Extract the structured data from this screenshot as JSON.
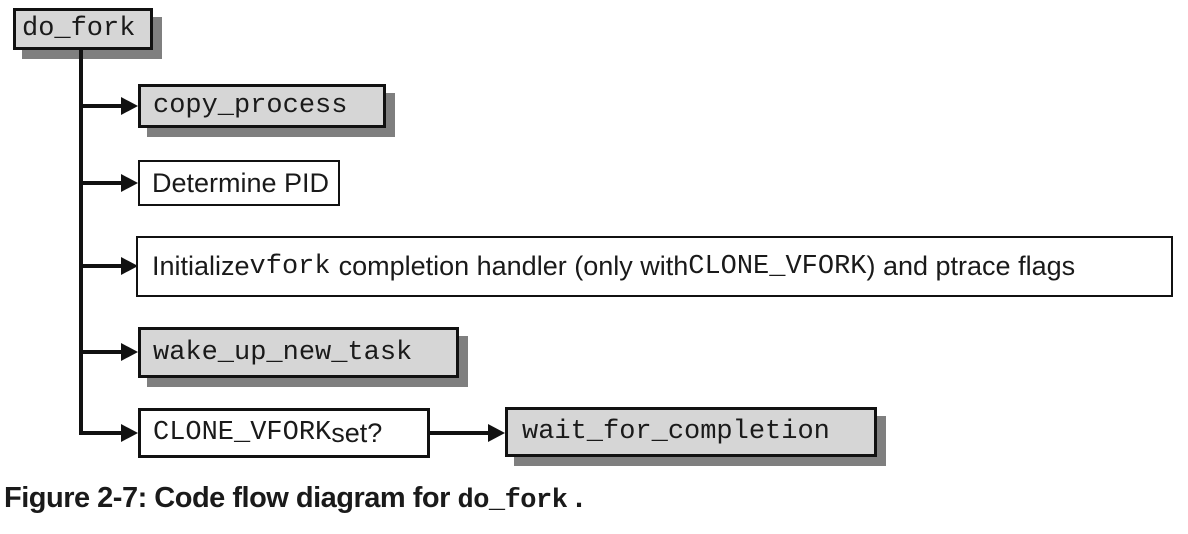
{
  "figure": {
    "caption_prefix": "Figure 2-7: Code flow diagram for ",
    "caption_code": "do_fork",
    "caption_suffix": "."
  },
  "nodes": {
    "do_fork": {
      "label": "do_fork"
    },
    "copy_process": {
      "label": "copy_process"
    },
    "determine_pid": {
      "label": "Determine PID"
    },
    "init_vfork": {
      "part1": "Initialize ",
      "code1": "vfork",
      "part2": " completion handler (only with ",
      "code2": "CLONE_VFORK",
      "part3": ") and ptrace flags"
    },
    "wake_up_new_task": {
      "label": "wake_up_new_task"
    },
    "clone_vfork_set": {
      "code": "CLONE_VFORK",
      "text": " set?"
    },
    "wait_for_completion": {
      "label": "wait_for_completion"
    }
  },
  "colors": {
    "box_gray": "#d6d6d6",
    "shadow_gray": "#7f7f7f",
    "line_black": "#111111",
    "page_bg": "#ffffff"
  }
}
